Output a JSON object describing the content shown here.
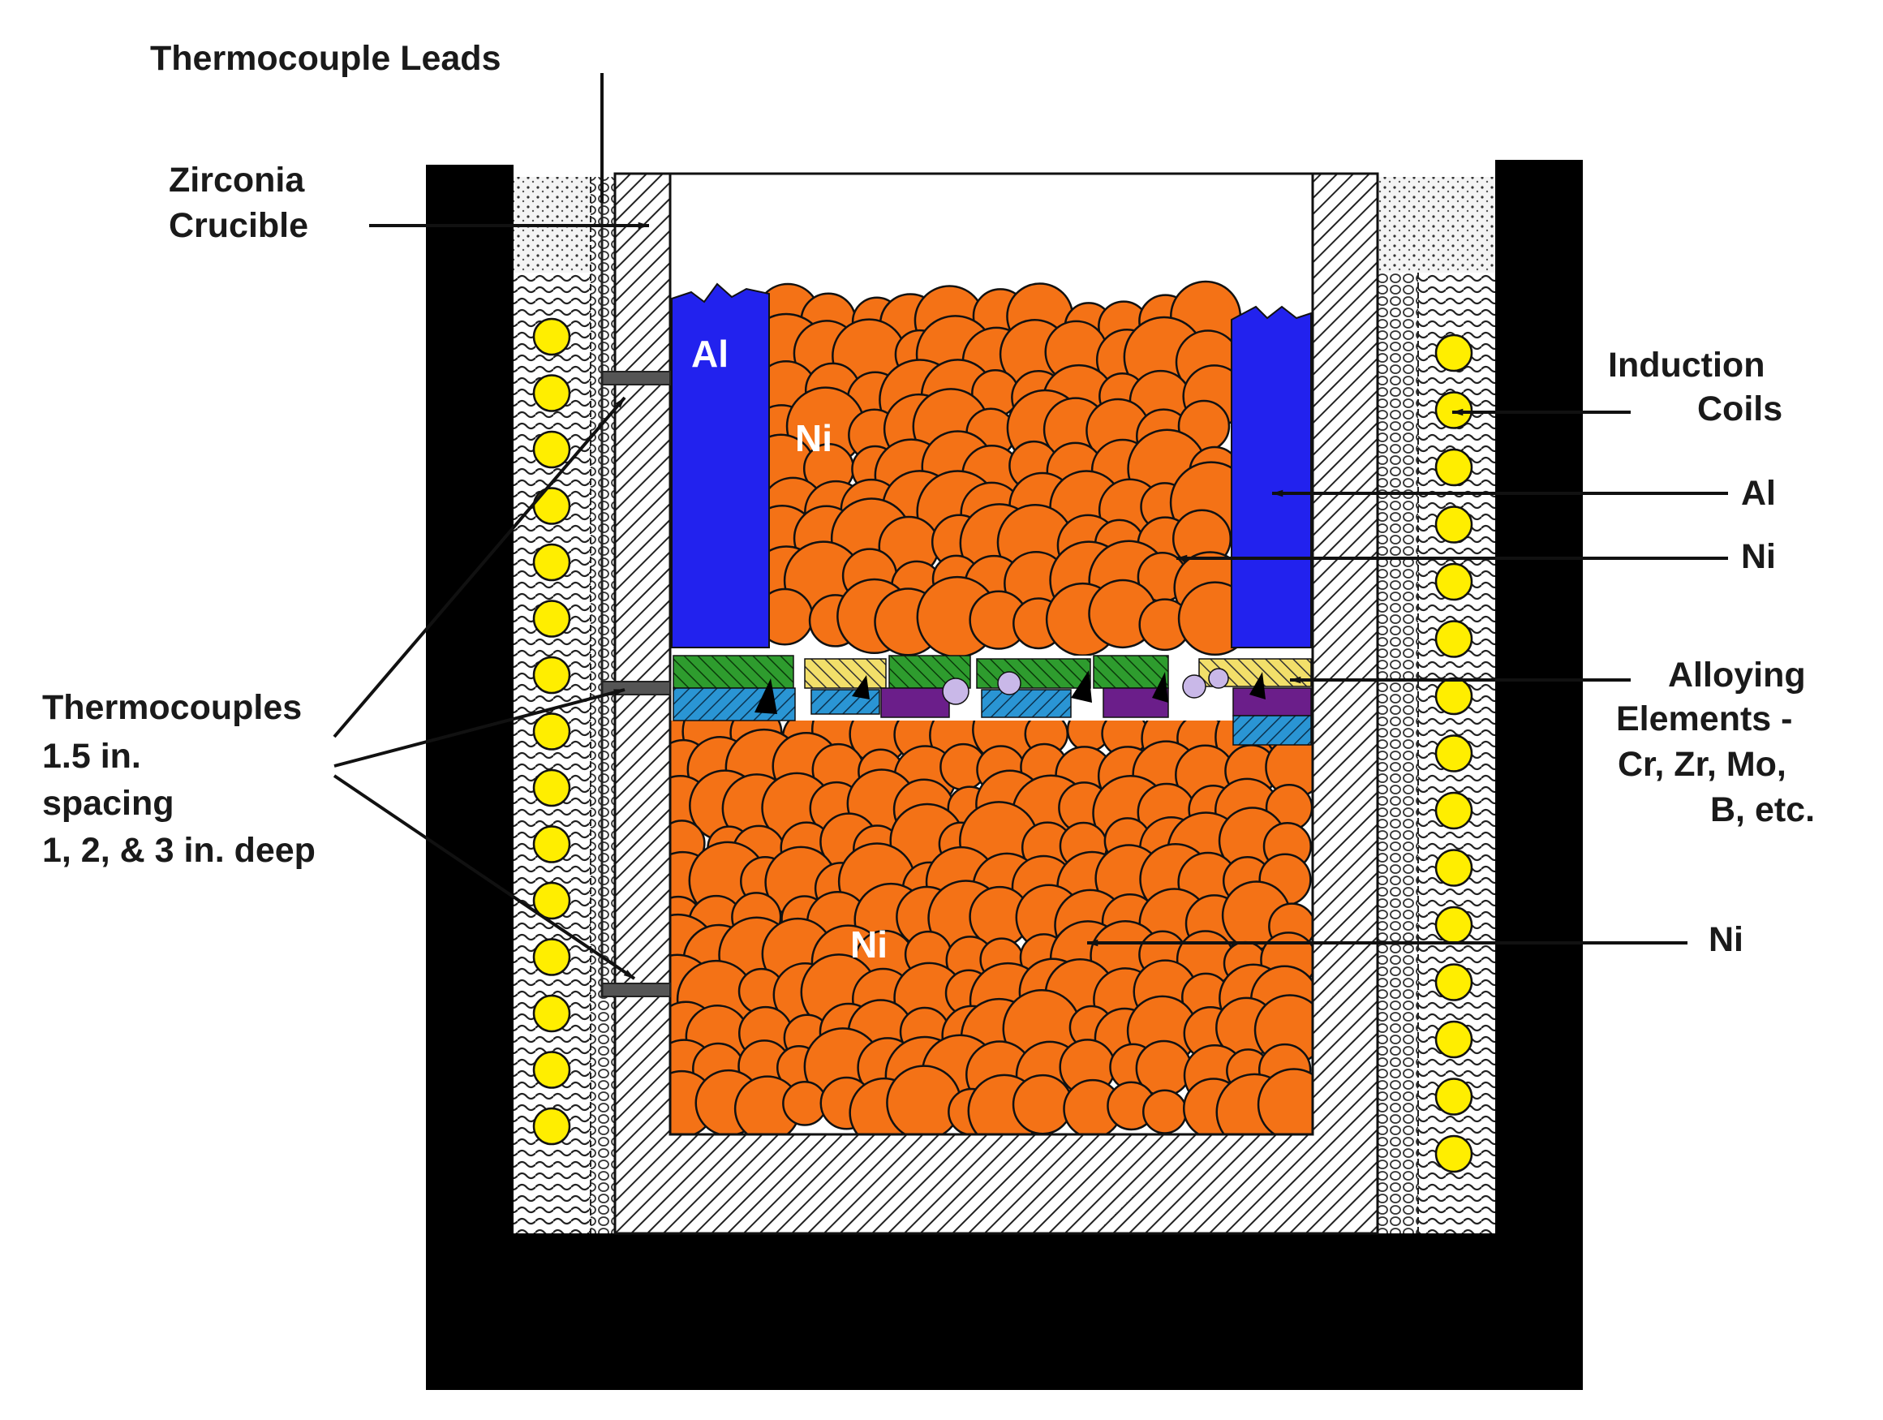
{
  "labels": {
    "thermocouple_leads": "Thermocouple Leads",
    "zirconia_crucible_1": "Zirconia",
    "zirconia_crucible_2": "Crucible",
    "induction_coils_1": "Induction",
    "induction_coils_2": "Coils",
    "al_right": "Al",
    "ni_right_upper": "Ni",
    "alloying_1": "Alloying",
    "alloying_2": "Elements -",
    "alloying_3": "Cr, Zr, Mo,",
    "alloying_4": "B, etc.",
    "ni_right_lower": "Ni",
    "thermocouples_1": "Thermocouples",
    "thermocouples_2": "1.5  in.",
    "thermocouples_3": "spacing",
    "thermocouples_4": "1, 2, & 3 in. deep"
  },
  "inside_labels": {
    "al": "Al",
    "ni_upper": "Ni",
    "ni_lower": "Ni"
  },
  "colors": {
    "outer_wall": "#000000",
    "coil": "#ffee00",
    "particle": "#f47216",
    "aluminum": "#2222ee",
    "alloy_green": "#2e9c2e",
    "alloy_yellow": "#f2df6a",
    "alloy_blue": "#2a95d4",
    "alloy_purple": "#6b1e8a",
    "alloy_lavender": "#c9b8e8"
  },
  "icons": {
    "coil": "induction-coil-icon",
    "thermocouple": "thermocouple-probe-icon"
  }
}
